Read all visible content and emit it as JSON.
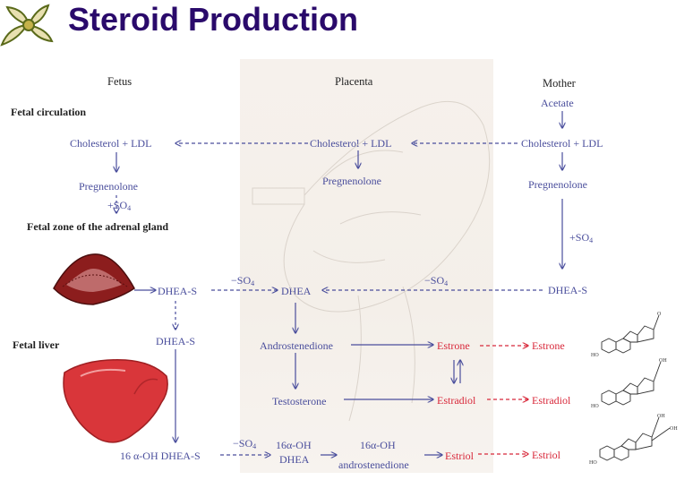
{
  "title": "Steroid Production",
  "columns": {
    "fetus": "Fetus",
    "placenta": "Placenta",
    "mother": "Mother"
  },
  "side_labels": {
    "fetal_circulation": "Fetal circulation",
    "fetal_zone": "Fetal zone of the adrenal gland",
    "fetal_liver": "Fetal liver"
  },
  "mother": {
    "acetate": "Acetate",
    "cholesterol": "Cholesterol + LDL",
    "pregnenolone": "Pregnenolone",
    "so4": "+SO",
    "so4_sub": "4",
    "dheas": "DHEA-S"
  },
  "placenta": {
    "cholesterol": "Cholesterol + LDL",
    "pregnenolone": "Pregnenolone",
    "dhea": "DHEA",
    "androstenedione": "Androstenedione",
    "testosterone": "Testosterone",
    "estrone": "Estrone",
    "estradiol": "Estradiol",
    "oh_dhea_1": "16α-OH",
    "oh_dhea_2": "DHEA",
    "oh_andro_1": "16α-OH",
    "oh_andro_2": "androstenedione",
    "estriol": "Estriol",
    "minus_so4_left": "−SO",
    "minus_so4_right": "−SO",
    "minus_so4_bottom": "−SO",
    "so4_sub": "4"
  },
  "fetus": {
    "cholesterol": "Cholesterol + LDL",
    "pregnenolone": "Pregnenolone",
    "so4": "+SO",
    "so4_sub": "4",
    "dheas": "DHEA-S",
    "dheas_liver": "DHEA-S",
    "oh_dheas": "16 α-OH DHEA-S"
  },
  "maternal_products": {
    "estrone": "Estrone",
    "estradiol": "Estradiol",
    "estriol": "Estriol"
  },
  "structure_labels": {
    "ho": "HO",
    "oh": "OH",
    "o": "O"
  },
  "colors": {
    "title": "#2a0a6b",
    "blue": "#4a4e9c",
    "red": "#d8283a",
    "adrenal": "#8c1d1d",
    "liver": "#d9363a"
  }
}
